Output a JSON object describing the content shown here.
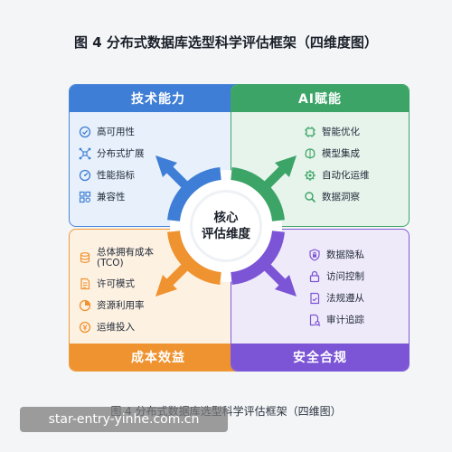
{
  "title": "图 4 分布式数据库选型科学评估框架（四维度图）",
  "center": {
    "line1": "核心",
    "line2": "评估维度"
  },
  "quadrants": {
    "tech": {
      "heading": "技术能力",
      "items": [
        "高可用性",
        "分布式扩展",
        "性能指标",
        "兼容性"
      ]
    },
    "ai": {
      "heading": "AI赋能",
      "items": [
        "智能优化",
        "模型集成",
        "自动化运维",
        "数据洞察"
      ]
    },
    "cost": {
      "heading": "成本效益",
      "items": [
        "总体拥有成本(TCO)",
        "许可模式",
        "资源利用率",
        "运维投入"
      ]
    },
    "security": {
      "heading": "安全合规",
      "items": [
        "数据隐私",
        "访问控制",
        "法规遵从",
        "审计追踪"
      ]
    }
  },
  "caption": "图 4 分布式数据库选型科学评估框架（四维图）",
  "watermark": "star-entry-yinhe.com.cn",
  "colors": {
    "blue": "#3f7ed6",
    "green": "#3ca466",
    "orange": "#ef9330",
    "purple": "#7b55d5"
  }
}
